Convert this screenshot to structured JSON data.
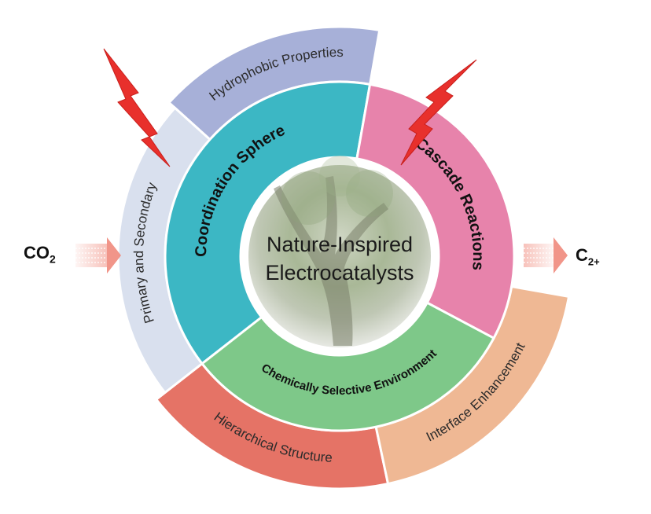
{
  "center": {
    "line1": "Nature-Inspired",
    "line2": "Electrocatalysts"
  },
  "inner_ring": {
    "coordination": "Coordination Sphere",
    "cascade": "Cascade Reactions",
    "chemical": "Chemically Selective Environment"
  },
  "outer_ring": {
    "hydrophobic": "Hydrophobic Properties",
    "primary": "Primary and Secondary",
    "hierarchical": "Hierarchical Structure",
    "interface": "Interface Enhancement"
  },
  "input": {
    "base": "CO",
    "sub": "2"
  },
  "output": {
    "base": "C",
    "sub": "2+"
  },
  "colors": {
    "coordination": "#3cb7c4",
    "cascade": "#e783ab",
    "chemical": "#7ec889",
    "hydrophobic": "#a7b0d8",
    "primary": "#d9e0ee",
    "hierarchical": "#e57366",
    "interface": "#efb894",
    "lightning": "#e8302c",
    "arrow": "#f08a7c"
  }
}
